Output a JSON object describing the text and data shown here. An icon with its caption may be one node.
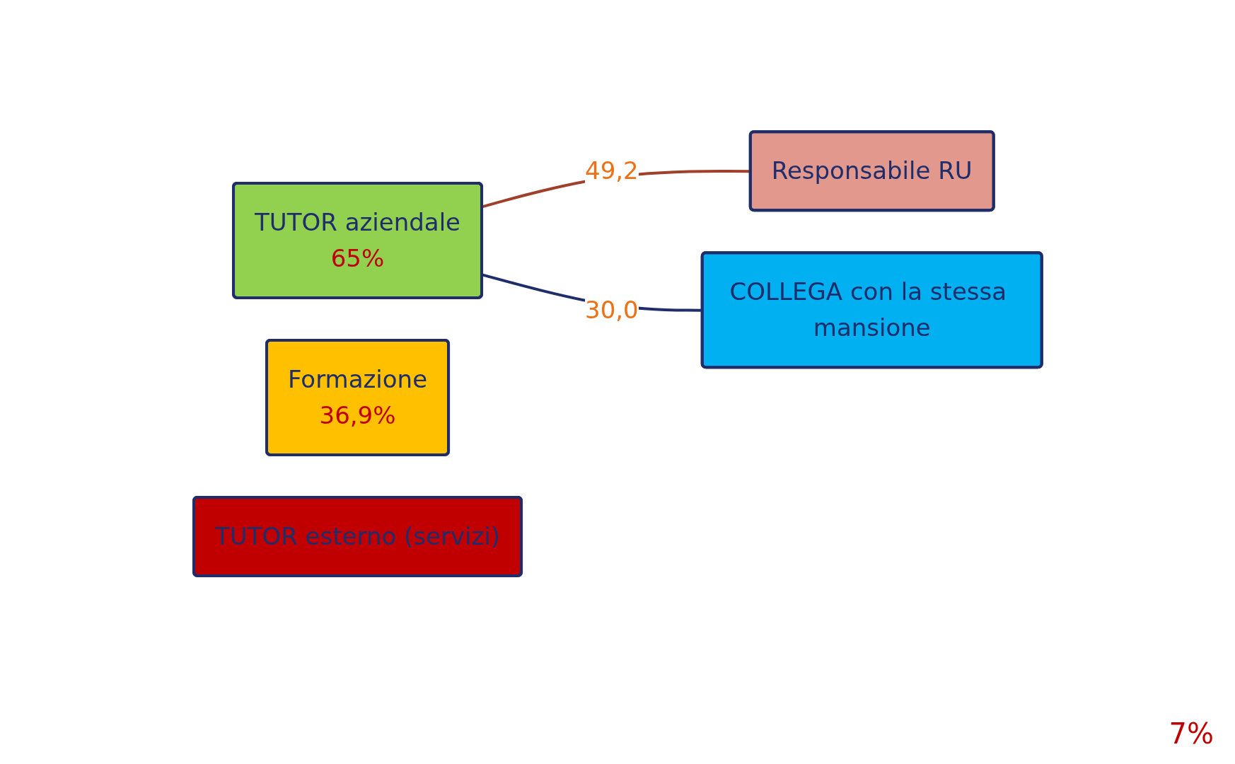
{
  "diagram": {
    "nodes": [
      {
        "text": [
          "TUTOR aziendale",
          "65%"
        ]
      },
      {
        "text": [
          "Responsabile RU"
        ]
      },
      {
        "text": [
          "COLLEGA con la stessa mansione"
        ]
      },
      {
        "text": [
          "Formazione",
          "36,9%"
        ]
      },
      {
        "text": [
          "TUTOR esterno (servizi)"
        ]
      }
    ],
    "edges": [
      {
        "from": 0,
        "to": 1,
        "arrow": "none",
        "label": "49,2",
        "color": "#a0402a"
      },
      {
        "from": 0,
        "to": 2,
        "arrow": "none",
        "label": "30,0",
        "color": "#1f2d6b"
      }
    ],
    "labels": [
      "7%"
    ]
  }
}
